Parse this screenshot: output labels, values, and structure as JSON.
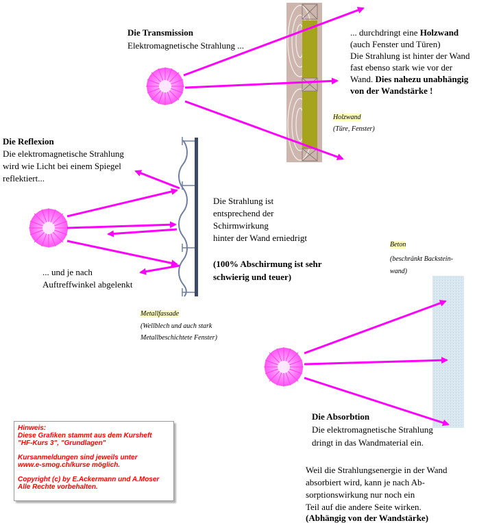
{
  "transmission": {
    "title": "Die Transmission",
    "line1": "Elektromagnetische Strahlung ...",
    "r1": "... durchdringt eine ",
    "r1b": "Holzwand",
    "r2": "(auch Fenster und Türen)",
    "r3": "Die Strahlung ist hinter der Wand",
    "r4": "fast ebenso stark wie vor der",
    "r5": "Wand. ",
    "r5b": "Dies nahezu unabhängig",
    "r6b": "von der Wandstärke !",
    "cap1": "Holzwand",
    "cap2": "(Türe, Fenster)"
  },
  "reflexion": {
    "title": "Die Reflexion",
    "l1": "Die elektromagnetische Strahlung",
    "l2": "wird wie Licht bei einem Spiegel",
    "l3": "reflektiert...",
    "a1": "... und je nach",
    "a2": "Auftreffwinkel abgelenkt",
    "m1": "Die Strahlung ist",
    "m2": "entsprechend der",
    "m3": "Schirmwirkung",
    "m4": "hinter der Wand erniedrigt",
    "m5": "(100% Abschirmung ist sehr",
    "m6": "schwierig und teuer)",
    "cap1": "Metallfassade",
    "cap2": "(Wellblech und auch stark",
    "cap3": "Metallbeschichtete Fenster)"
  },
  "absorbtion": {
    "cap1": "Beton",
    "cap2": "(beschränkt Backstein-",
    "cap3": "wand)",
    "title": "Die Absorbtion",
    "l1": "Die elektromagnetische Strahlung",
    "l2": "dringt in das Wandmaterial ein.",
    "w1": "Weil die Strahlungsenergie in der Wand",
    "w2": "absorbiert wird, kann je nach Ab-",
    "w3": "sorptionswirkung nur noch ein",
    "w4": "Teil auf die andere Seite wirken.",
    "w5": "(Abhängig von der Wandstärke)"
  },
  "hinweis": {
    "h1": "Hinweis:",
    "h2": "Diese Grafiken stammt aus dem Kursheft",
    "h3": "\"HF-Kurs 3\", \"Grundlagen\"",
    "h4": "Kursanmeldungen sind  jeweils unter",
    "h5": "www.e-smog.ch/kurse möglich.",
    "h6": "Copyright (c) by E.Ackermann und A.Moser",
    "h7": "Alle Rechte vorbehalten."
  },
  "colors": {
    "arrow": "#ff00ff",
    "wood": "#cfb9b0",
    "wood_panel": "#a6a41c",
    "metal": "#3c4a66",
    "concrete": "#d8e6f0",
    "note_text": "#ff0000"
  }
}
